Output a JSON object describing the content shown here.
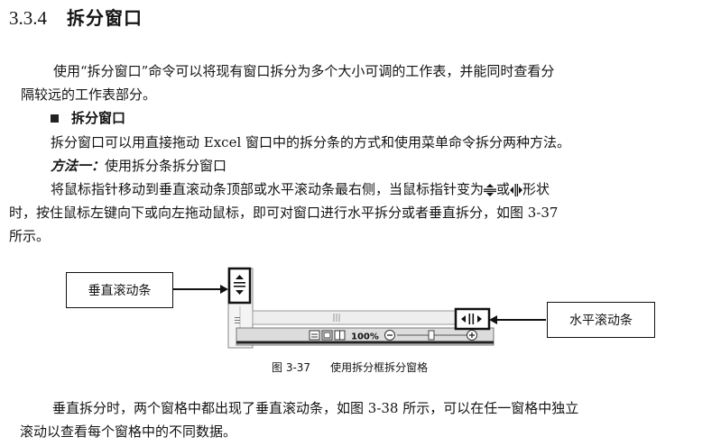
{
  "section": {
    "number": "3.3.4",
    "title": "拆分窗口"
  },
  "intro": {
    "line1": "使用“拆分窗口”命令可以将现有窗口拆分为多个大小可调的工作表，并能同时查看分",
    "line2": "隔较远的工作表部分。"
  },
  "subheading": "拆分窗口",
  "para_methods": "拆分窗口可以用直接拖动 Excel 窗口中的拆分条的方式和使用菜单命令拆分两种方法。",
  "method1": {
    "label": "方法一：",
    "text": "使用拆分条拆分窗口"
  },
  "para_drag": {
    "line1_a": "将鼠标指针移动到垂直滚动条顶部或水平滚动条最右侧，当鼠标指针变为",
    "line1_or": "或",
    "line1_b": "形状",
    "line2": "时，按住鼠标左键向下或向左拖动鼠标，即可对窗口进行水平拆分或者垂直拆分，如图 3-37",
    "line3": "所示。"
  },
  "figure": {
    "callout_left": "垂直滚动条",
    "callout_right": "水平滚动条",
    "zoom": "100%",
    "caption_num": "图 3-37",
    "caption_text": "使用拆分框拆分窗格"
  },
  "para_after": {
    "line1": "垂直拆分时，两个窗格中都出现了垂直滚动条，如图 3-38 所示，可以在任一窗格中独立",
    "line2": "滚动以查看每个窗格中的不同数据。"
  },
  "icons": [
    "horizontal-split-cursor-icon",
    "vertical-split-cursor-icon",
    "zoom-out-icon",
    "zoom-in-icon",
    "normal-view-icon",
    "page-layout-view-icon",
    "page-break-view-icon",
    "zoom-slider-icon",
    "bullet-square-icon"
  ]
}
